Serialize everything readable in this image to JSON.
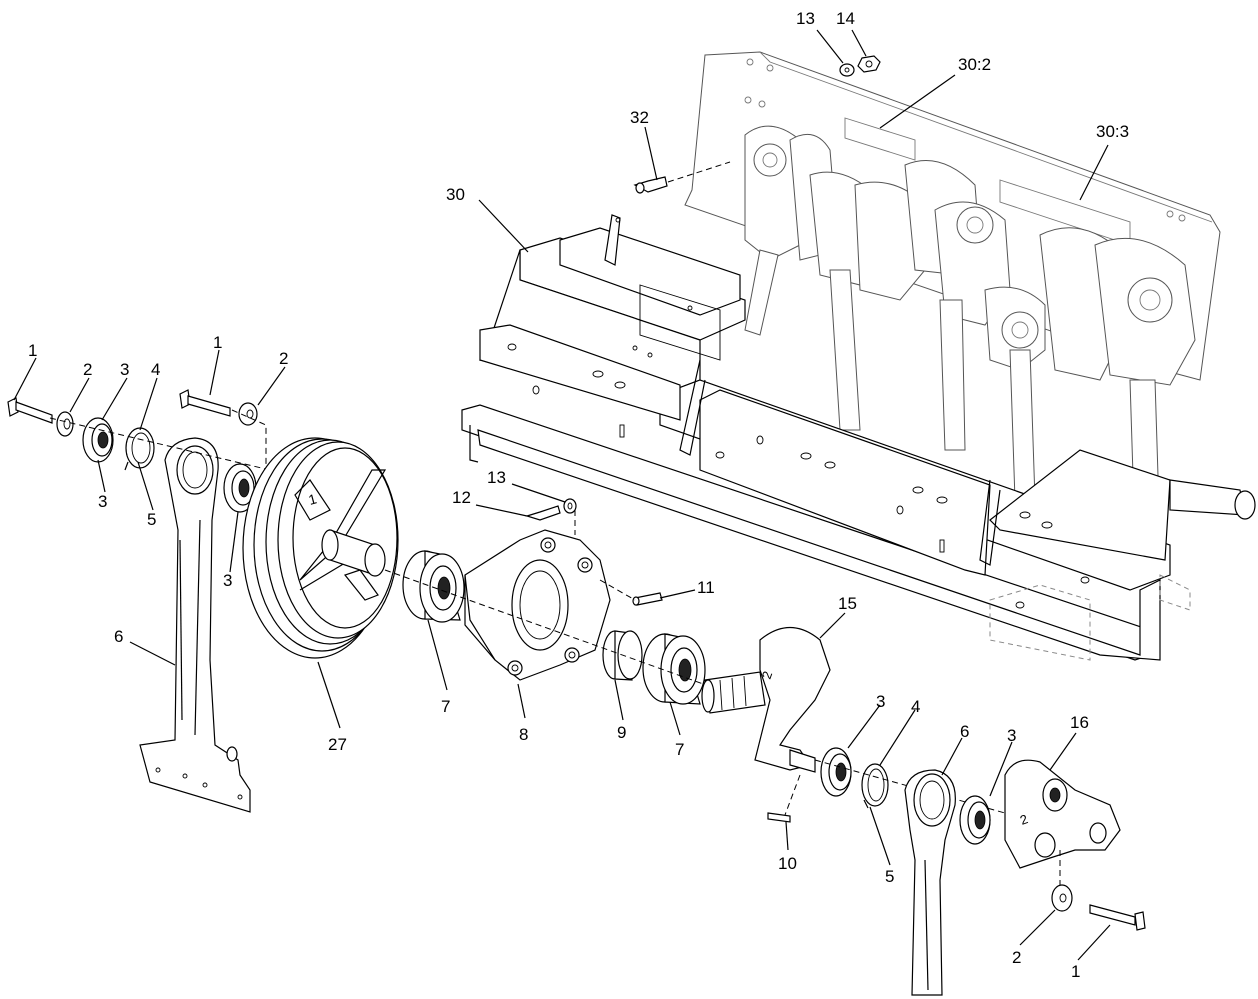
{
  "diagram": {
    "type": "exploded-parts-view",
    "callouts": [
      {
        "id": "c1a",
        "label": "1"
      },
      {
        "id": "c2a",
        "label": "2"
      },
      {
        "id": "c3a",
        "label": "3"
      },
      {
        "id": "c4a",
        "label": "4"
      },
      {
        "id": "c1b",
        "label": "1"
      },
      {
        "id": "c2b",
        "label": "2"
      },
      {
        "id": "c3b",
        "label": "3"
      },
      {
        "id": "c5a",
        "label": "5"
      },
      {
        "id": "c3c",
        "label": "3"
      },
      {
        "id": "c6a",
        "label": "6"
      },
      {
        "id": "c27",
        "label": "27"
      },
      {
        "id": "c7a",
        "label": "7"
      },
      {
        "id": "c8",
        "label": "8"
      },
      {
        "id": "c9",
        "label": "9"
      },
      {
        "id": "c7b",
        "label": "7"
      },
      {
        "id": "c11",
        "label": "11"
      },
      {
        "id": "c12",
        "label": "12"
      },
      {
        "id": "c13a",
        "label": "13"
      },
      {
        "id": "c15",
        "label": "15"
      },
      {
        "id": "c3d",
        "label": "3"
      },
      {
        "id": "c4b",
        "label": "4"
      },
      {
        "id": "c6b",
        "label": "6"
      },
      {
        "id": "c3e",
        "label": "3"
      },
      {
        "id": "c16",
        "label": "16"
      },
      {
        "id": "c10",
        "label": "10"
      },
      {
        "id": "c5b",
        "label": "5"
      },
      {
        "id": "c2c",
        "label": "2"
      },
      {
        "id": "c1c",
        "label": "1"
      },
      {
        "id": "c30",
        "label": "30"
      },
      {
        "id": "c32",
        "label": "32"
      },
      {
        "id": "c13b",
        "label": "13"
      },
      {
        "id": "c14",
        "label": "14"
      },
      {
        "id": "c30_2",
        "label": "30:2"
      },
      {
        "id": "c30_3",
        "label": "30:3"
      }
    ]
  }
}
